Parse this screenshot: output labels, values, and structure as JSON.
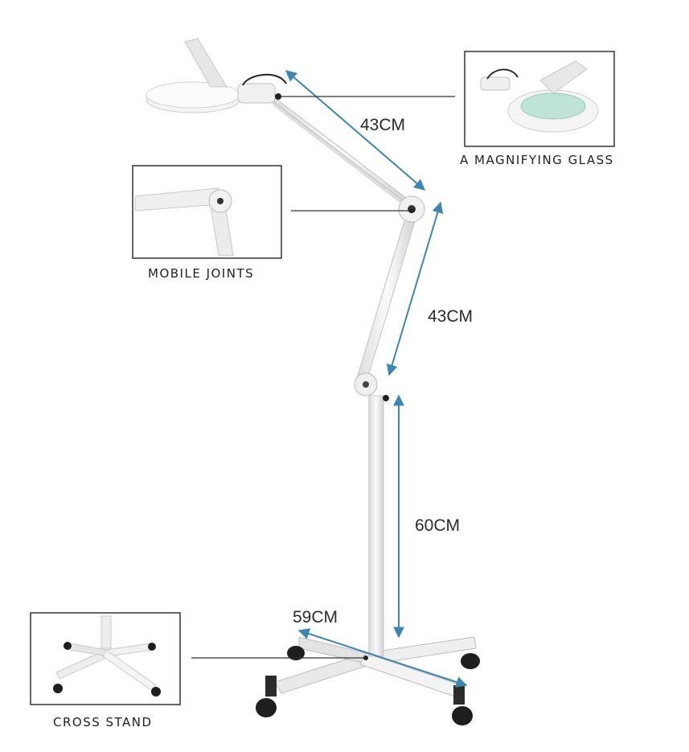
{
  "callouts": {
    "magnifier": {
      "label": "A MAGNIFYING GLASS",
      "icon": "magnifier-detail-icon"
    },
    "joints": {
      "label": "MOBILE JOINTS",
      "icon": "joint-detail-icon"
    },
    "stand": {
      "label": "CROSS STAND",
      "icon": "cross-stand-detail-icon"
    }
  },
  "dimensions": {
    "upper_arm": "43CM",
    "lower_arm": "43CM",
    "pole": "60CM",
    "base": "59CM"
  },
  "colors": {
    "dimension_line": "#3a86b4",
    "frame": "#333333",
    "lamp_body": "#f2f2f2",
    "lens": "#bfe3d6",
    "caster": "#1e1e1e"
  }
}
